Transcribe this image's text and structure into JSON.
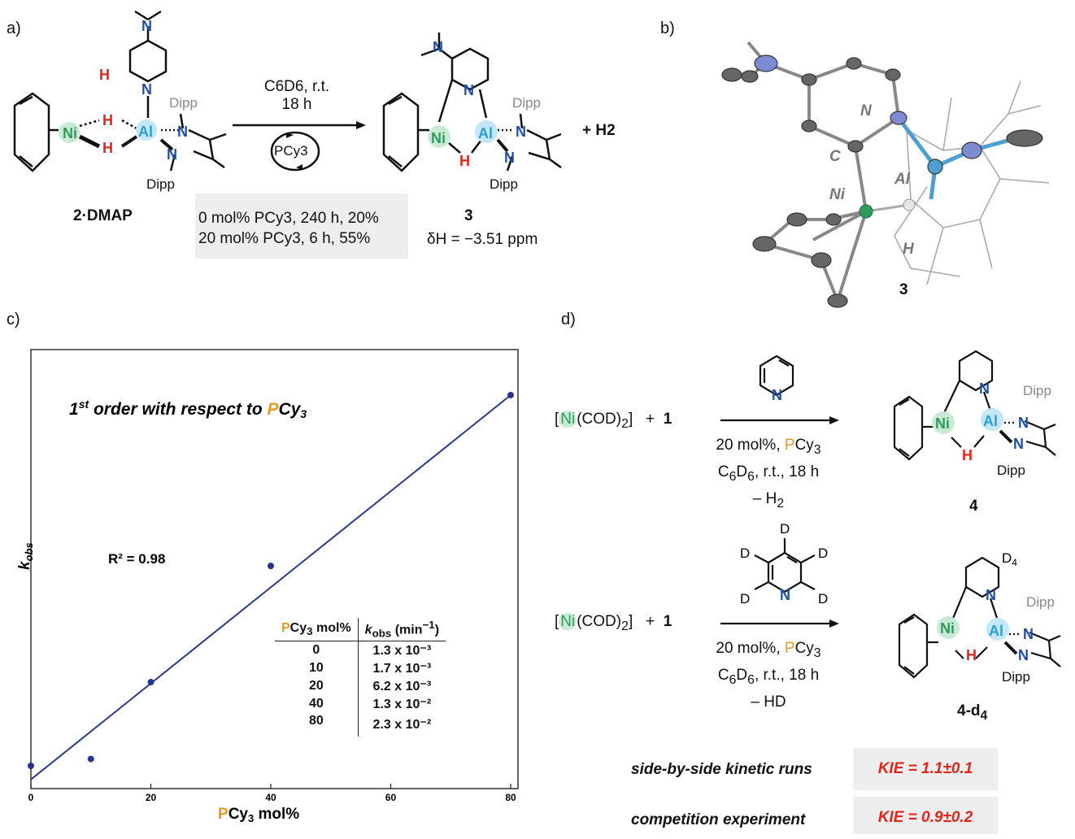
{
  "panel_labels": {
    "a": "a)",
    "b": "b)",
    "c": "c)",
    "d": "d)"
  },
  "scheme_a": {
    "reactant": "2·DMAP",
    "conditions": [
      "C6D6, r.t.",
      "18 h"
    ],
    "catalyst": "PCy3",
    "product": "3",
    "byproduct": "+ H2",
    "yields": [
      "0 mol% PCy3, 240 h, 20%",
      "20 mol% PCy3, 6 h, 55%"
    ],
    "nmr": "δH = −3.51 ppm",
    "atom_labels": {
      "ni": "Ni",
      "al": "Al",
      "n": "N",
      "h": "H",
      "dipp": "Dipp"
    }
  },
  "crystal_b": {
    "labels": {
      "n": "N",
      "c": "C",
      "ni": "Ni",
      "al": "Al",
      "h": "H"
    },
    "compound": "3"
  },
  "plot_c": {
    "annotation": "1st order with respect to PCy3",
    "r2": "R² = 0.98",
    "table": {
      "headers": [
        "PCy3 mol%",
        "kobs (min⁻¹)"
      ],
      "rows": [
        [
          "0",
          "1.3 x 10⁻³"
        ],
        [
          "10",
          "1.7 x 10⁻³"
        ],
        [
          "20",
          "6.2 x 10⁻³"
        ],
        [
          "40",
          "1.3 x 10⁻²"
        ],
        [
          "80",
          "2.3 x 10⁻²"
        ]
      ]
    }
  },
  "chart_data": {
    "type": "scatter",
    "x": [
      0,
      10,
      20,
      40,
      80
    ],
    "y": [
      0.0013,
      0.0017,
      0.0062,
      0.013,
      0.023
    ],
    "xlabel": "PCy3 mol%",
    "ylabel": "kobs",
    "xlim": [
      0,
      80
    ],
    "ylim": [
      0.0003,
      0.024
    ],
    "xticks": [
      "0",
      "20",
      "40",
      "60",
      "80"
    ],
    "fit_line": {
      "x": [
        0,
        80
      ],
      "y": [
        0.0005,
        0.023
      ]
    },
    "grid": false,
    "colors": {
      "points": "#26338a",
      "line": "#2a3a8f"
    }
  },
  "scheme_d": {
    "reaction1": {
      "reagents": "[Ni(COD)2] + 1",
      "conditions": [
        "20 mol%, PCy3",
        "C6D6, r.t., 18 h",
        "– H2"
      ],
      "product": "4"
    },
    "reaction2": {
      "reagents": "[Ni(COD)2] + 1",
      "conditions": [
        "20 mol%, PCy3",
        "C6D6, r.t., 18 h",
        "– HD"
      ],
      "product": "4-d4",
      "label_d4": "D4",
      "d_label": "D"
    },
    "kie": [
      {
        "label": "side-by-side kinetic runs",
        "value": "KIE = 1.1±0.1"
      },
      {
        "label": "competition experiment",
        "value": "KIE = 0.9±0.2"
      }
    ]
  },
  "colors": {
    "ni": "#2e9b5c",
    "al": "#2a9fd6",
    "n": "#1f4fa8",
    "h": "#e0261b",
    "orange": "#e89a1f"
  }
}
